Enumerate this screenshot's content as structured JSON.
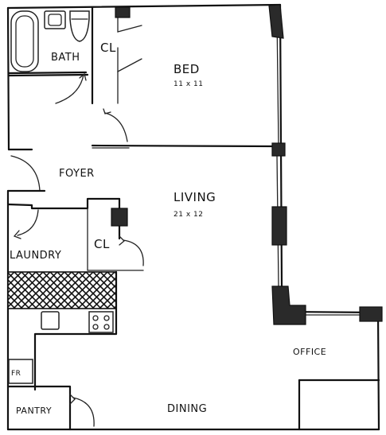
{
  "rooms": {
    "bath": "BATH",
    "cl_top": "CL",
    "bed": "BED",
    "bed_size": "11 x 11",
    "foyer": "FOYER",
    "living": "LIVING",
    "living_size": "21 x 12",
    "cl_mid": "CL",
    "laundry": "LAUNDRY",
    "office": "OFFICE",
    "fr": "FR",
    "pantry": "PANTRY",
    "dining": "DINING"
  },
  "colors": {
    "ink": "#111111",
    "hatch": "#2a2a2a",
    "paper": "#ffffff"
  }
}
